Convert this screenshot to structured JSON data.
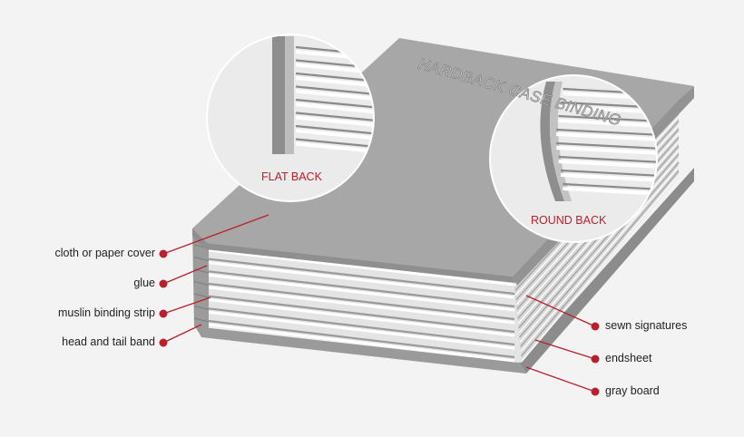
{
  "diagram": {
    "title": "HARDBACK CASE BINDING",
    "detail_labels": {
      "flat_back": "FLAT BACK",
      "round_back": "ROUND BACK"
    },
    "callouts_left": [
      {
        "label": "cloth or paper cover"
      },
      {
        "label": "glue"
      },
      {
        "label": "muslin binding strip"
      },
      {
        "label": "head and tail band"
      }
    ],
    "callouts_right": [
      {
        "label": "sewn signatures"
      },
      {
        "label": "endsheet"
      },
      {
        "label": "gray board"
      }
    ],
    "colors": {
      "cover": "#a7a7a7",
      "cover_dark": "#8c8c8c",
      "pages": "#ffffff",
      "callout": "#b8202c",
      "background": "#f3f3f3"
    }
  }
}
